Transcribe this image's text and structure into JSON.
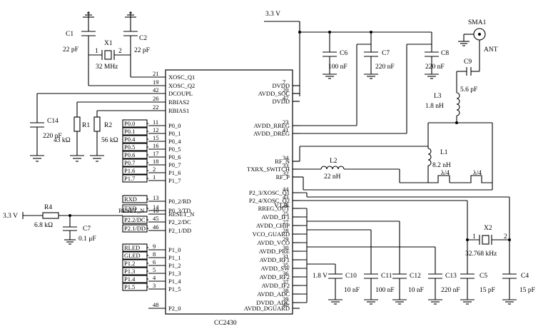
{
  "chip": {
    "name": "CC2430",
    "left_pins": [
      {
        "name": "XOSC_Q1",
        "num": "21"
      },
      {
        "name": "XOSC_Q2",
        "num": "19"
      },
      {
        "name": "DCOUPL",
        "num": "42"
      },
      {
        "name": "RBIAS2",
        "num": "26"
      },
      {
        "name": "RBIAS1",
        "num": "22"
      },
      {
        "name": "P0_0",
        "num": "11"
      },
      {
        "name": "P0_1",
        "num": "12"
      },
      {
        "name": "P0_4",
        "num": "15"
      },
      {
        "name": "P0_5",
        "num": "16"
      },
      {
        "name": "P0_6",
        "num": "17"
      },
      {
        "name": "P0_7",
        "num": "18"
      },
      {
        "name": "P1_6",
        "num": "2"
      },
      {
        "name": "P1_7",
        "num": "1"
      },
      {
        "name": "P0_2/RD",
        "num": "13"
      },
      {
        "name": "P0_3/TD",
        "num": "14"
      },
      {
        "name": "RESET_N",
        "num": "10"
      },
      {
        "name": "P2_2/DC",
        "num": "45"
      },
      {
        "name": "P2_1/DD",
        "num": "46"
      },
      {
        "name": "P1_0",
        "num": "9"
      },
      {
        "name": "P1_1",
        "num": "8"
      },
      {
        "name": "P1_2",
        "num": "6"
      },
      {
        "name": "P1_3",
        "num": "5"
      },
      {
        "name": "P1_4",
        "num": "4"
      },
      {
        "name": "P1_5",
        "num": "3"
      },
      {
        "name": "P2_0",
        "num": "48"
      }
    ],
    "right_pins": [
      {
        "name": "DVDD",
        "num": "7"
      },
      {
        "name": "AVDD_SOC",
        "num": "20"
      },
      {
        "name": "DVDD",
        "num": "47"
      },
      {
        "name": "AVDD_RREG",
        "num": "23"
      },
      {
        "name": "AVDD_DREG",
        "num": "41"
      },
      {
        "name": "RF_N",
        "num": "34"
      },
      {
        "name": "TXRX_SWITCH",
        "num": "33"
      },
      {
        "name": "RF_P",
        "num": "32"
      },
      {
        "name": "P2_3/XOSC_Q1",
        "num": "44"
      },
      {
        "name": "P2_4/XOSC_Q2",
        "num": "43"
      },
      {
        "name": "RREG_OUT",
        "num": "24"
      },
      {
        "name": "AVDD_IF1",
        "num": "25"
      },
      {
        "name": "AVDD_CHIP",
        "num": "27"
      },
      {
        "name": "VCO_GUARD",
        "num": "28"
      },
      {
        "name": "AVDD_VCO",
        "num": "29"
      },
      {
        "name": "AVDD_PRE",
        "num": "30"
      },
      {
        "name": "AVDD_RF1",
        "num": "31"
      },
      {
        "name": "AVDD_SW",
        "num": "35"
      },
      {
        "name": "AVDD_RF2",
        "num": "36"
      },
      {
        "name": "AVDD_IF2",
        "num": "37"
      },
      {
        "name": "AVDD_ADC",
        "num": "38"
      },
      {
        "name": "DVDD_ADC",
        "num": "39"
      },
      {
        "name": "AVDD_DGUARD",
        "num": "40"
      }
    ]
  },
  "nets": {
    "left": [
      "P0.0",
      "P0.1",
      "P0.4",
      "P0.5",
      "P0.6",
      "P0.7",
      "P1.6",
      "P1.7",
      "RXD",
      "TXD",
      "RESET_N",
      "P2.2/DC",
      "P2.1/DD",
      "RLED",
      "GLED",
      "P1.2",
      "P1.3",
      "P1.4",
      "P1.5"
    ],
    "supply_top": "3.3 V",
    "supply_left": "3.3 V",
    "rail_18": "1.8 V",
    "v18_label": "V1.8"
  },
  "components": {
    "C1": {
      "ref": "C1",
      "value": "22 pF"
    },
    "C2": {
      "ref": "C2",
      "value": "22 pF"
    },
    "X1": {
      "ref": "X1",
      "value": "32 MHz",
      "pin1": "1",
      "pin2": "2"
    },
    "C14": {
      "ref": "C14",
      "value": "220 nF"
    },
    "R1": {
      "ref": "R1",
      "value": "43 kΩ"
    },
    "R2": {
      "ref": "R2",
      "value": "56 kΩ"
    },
    "R4": {
      "ref": "R4",
      "value": "6.8 kΩ"
    },
    "C7a": {
      "ref": "C7",
      "value": "0.1 μF"
    },
    "C6": {
      "ref": "C6",
      "value": "100 nF"
    },
    "C7": {
      "ref": "C7",
      "value": "220 nF"
    },
    "C8": {
      "ref": "C8",
      "value": "220 nF"
    },
    "C9": {
      "ref": "C9",
      "value": "5.6 pF"
    },
    "L3": {
      "ref": "L3",
      "value": "1.8 nH"
    },
    "L2": {
      "ref": "L2",
      "value": "22 nH"
    },
    "L1": {
      "ref": "L1",
      "value": "8.2 nH"
    },
    "TL1": {
      "value": "λ/4"
    },
    "TL2": {
      "value": "λ/4"
    },
    "ANT": {
      "ref": "SMA1",
      "label": "ANT"
    },
    "X2": {
      "ref": "X2",
      "value": "32.768 kHz",
      "pin1": "1",
      "pin2": "2"
    },
    "C10": {
      "ref": "C10",
      "value": "10 nF"
    },
    "C11": {
      "ref": "C11",
      "value": "100 nF"
    },
    "C12": {
      "ref": "C12",
      "value": "10 nF"
    },
    "C13": {
      "ref": "C13",
      "value": "220 nF"
    },
    "C5": {
      "ref": "C5",
      "value": "15 pF"
    },
    "C4": {
      "ref": "C4",
      "value": "15 pF"
    }
  }
}
